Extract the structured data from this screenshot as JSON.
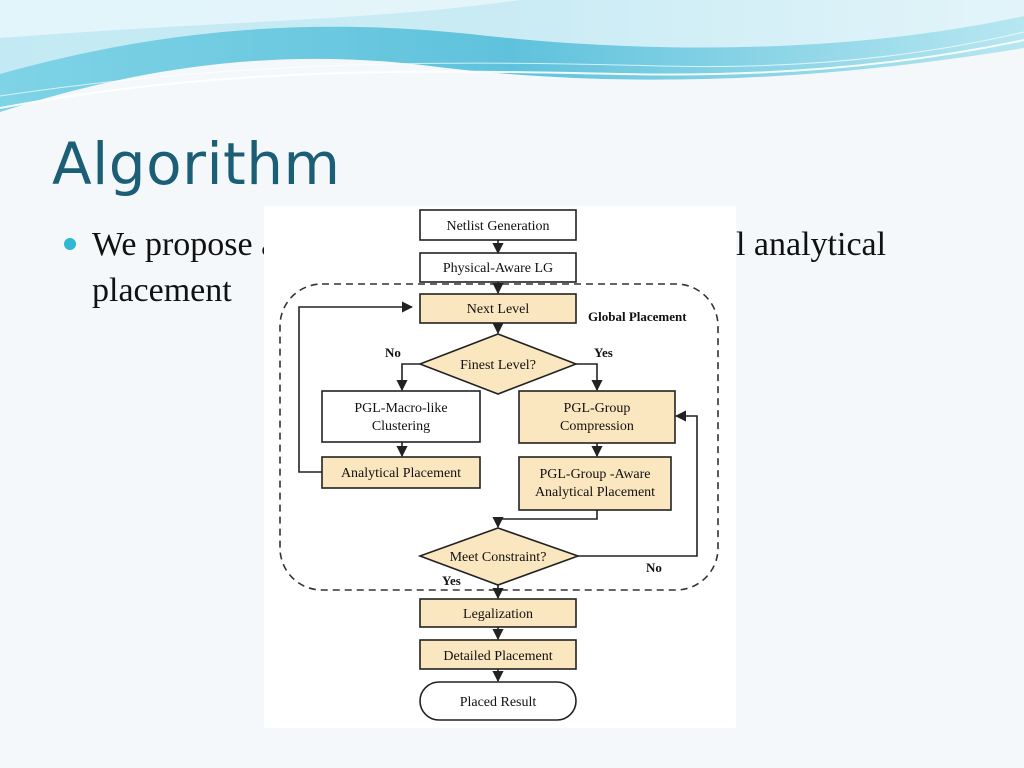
{
  "slide": {
    "title": "Algorithm",
    "bullet": "We propose a PGL-aware mixed-size multilevel analytical placement"
  },
  "flowchart": {
    "region_label": "Global Placement",
    "nodes": {
      "netlist": "Netlist Generation",
      "lg": "Physical-Aware LG",
      "next_level": "Next Level",
      "finest": "Finest Level?",
      "clustering": [
        "PGL-Macro-like",
        "Clustering"
      ],
      "compression": [
        "PGL-Group",
        "Compression"
      ],
      "analytical": "Analytical Placement",
      "aware": [
        "PGL-Group -Aware",
        "Analytical Placement"
      ],
      "constraint": "Meet Constraint?",
      "legalization": "Legalization",
      "detailed": "Detailed Placement",
      "result": "Placed Result"
    },
    "edge_labels": {
      "finest_no": "No",
      "finest_yes": "Yes",
      "constraint_yes": "Yes",
      "constraint_no": "No"
    }
  },
  "colors": {
    "highlight_fill": "#fbe7bf",
    "title": "#1b5e75",
    "bullet": "#2fb8d3"
  }
}
